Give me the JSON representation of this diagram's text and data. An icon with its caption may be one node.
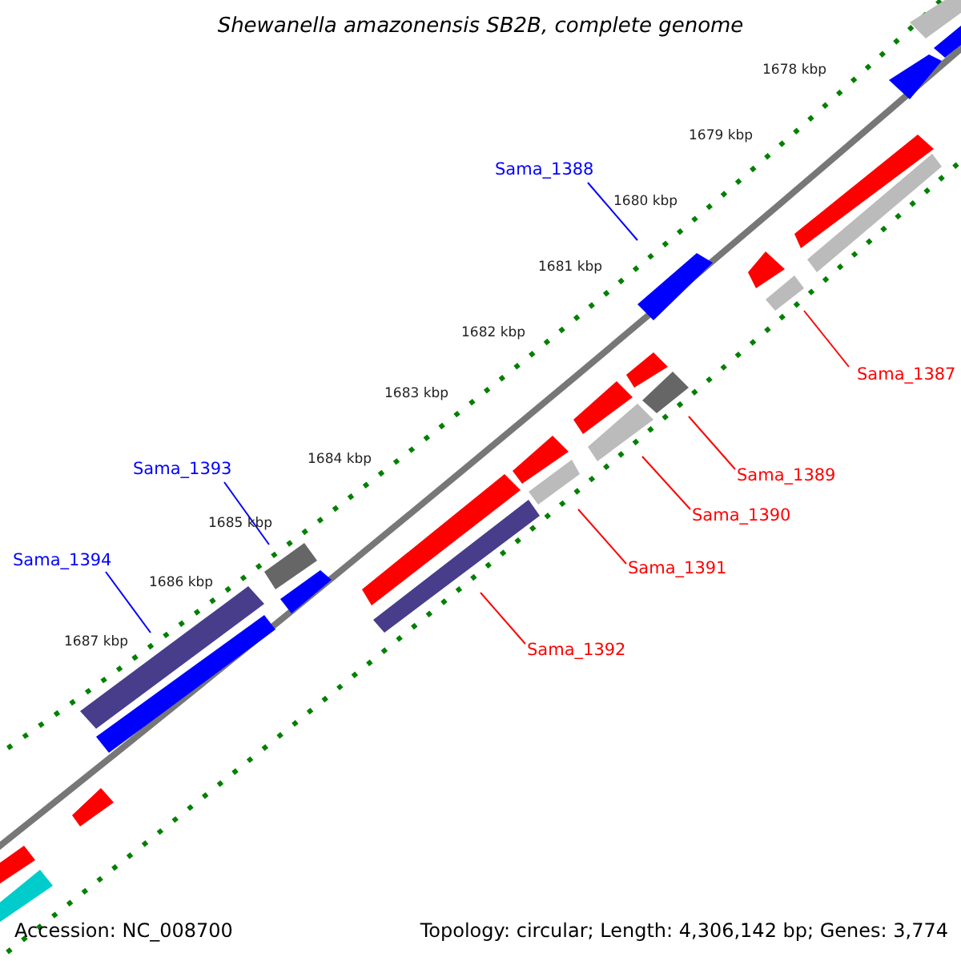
{
  "diagram": {
    "title": "Shewanella amazonensis SB2B, complete genome",
    "nodes": [
      {
        "text": [
          "Sama_1388"
        ]
      },
      {
        "text": [
          "Sama_1387"
        ]
      },
      {
        "text": [
          "Sama_1393"
        ]
      },
      {
        "text": [
          "Sama_1389"
        ]
      },
      {
        "text": [
          "Sama_1390"
        ]
      },
      {
        "text": [
          "Sama_1394"
        ]
      },
      {
        "text": [
          "Sama_1391"
        ]
      },
      {
        "text": [
          "Sama_1392"
        ]
      },
      {
        "text": [],
        "shape": "bar"
      },
      {
        "text": [],
        "shape": "bar"
      },
      {
        "text": [],
        "shape": "bar"
      },
      {
        "text": [],
        "shape": "bar"
      },
      {
        "text": [],
        "shape": "bar"
      },
      {
        "text": [],
        "shape": "bar"
      },
      {
        "text": [],
        "shape": "bar"
      },
      {
        "text": [],
        "shape": "bar"
      },
      {
        "text": [],
        "shape": "bar"
      },
      {
        "text": [],
        "shape": "bar"
      },
      {
        "text": [],
        "shape": "bar"
      },
      {
        "text": [],
        "shape": "bar"
      },
      {
        "text": [],
        "shape": "bar"
      },
      {
        "text": [],
        "shape": "bar"
      },
      {
        "text": [],
        "shape": "bar"
      },
      {
        "text": [],
        "shape": "bar"
      },
      {
        "text": [],
        "shape": "bar"
      },
      {
        "text": [],
        "shape": "bar"
      },
      {
        "text": [],
        "shape": "bar"
      },
      {
        "text": [],
        "shape": "bar"
      },
      {
        "text": [],
        "shape": "bar"
      },
      {
        "text": [],
        "shape": "bar"
      },
      {
        "text": [],
        "shape": "bar"
      }
    ],
    "edges": [
      {
        "from": 0,
        "to": 14,
        "arrow": "none",
        "color": "#0000ff"
      },
      {
        "from": 1,
        "to": 15,
        "arrow": "none"
      },
      {
        "from": 2,
        "to": 24,
        "arrow": "none",
        "color": "#0000ff"
      },
      {
        "from": 3,
        "to": 17,
        "arrow": "none"
      },
      {
        "from": 4,
        "to": 19,
        "arrow": "none"
      },
      {
        "from": 5,
        "to": 26,
        "arrow": "none",
        "color": "#0000ff"
      },
      {
        "from": 6,
        "to": 21,
        "arrow": "none"
      },
      {
        "from": 7,
        "to": 23,
        "arrow": "none"
      }
    ],
    "labels": [
      "1678 kbp",
      "1679 kbp",
      "1680 kbp",
      "1681 kbp",
      "1682 kbp",
      "1683 kbp",
      "1684 kbp",
      "1685 kbp",
      "1686 kbp",
      "1687 kbp",
      "Accession: NC_008700",
      "Topology: circular; Length: 4,306,142 bp; Genes: 3,774"
    ]
  }
}
